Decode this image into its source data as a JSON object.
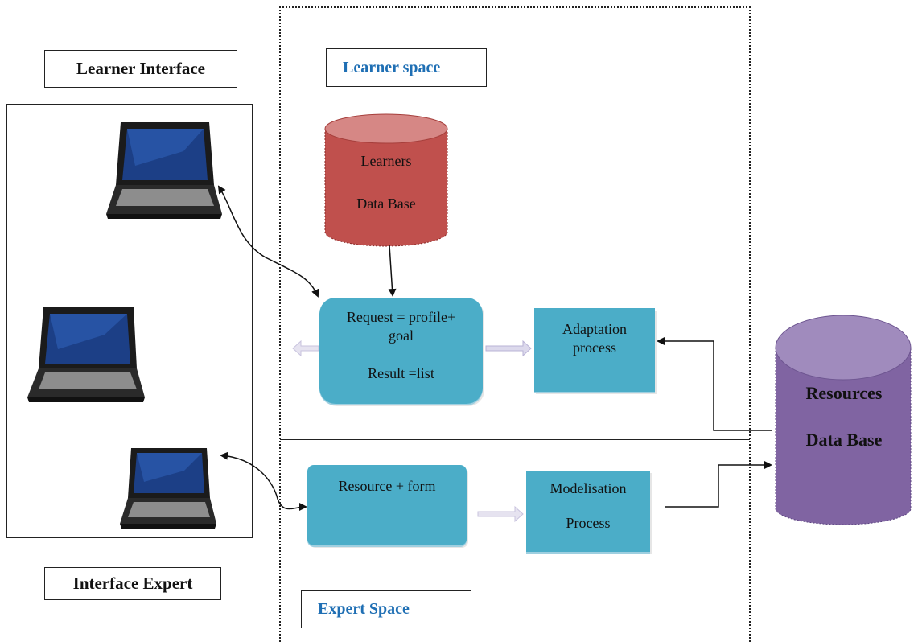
{
  "labels": {
    "learner_interface": "Learner Interface",
    "interface_expert": "Interface Expert",
    "learner_space": "Learner space",
    "expert_space": "Expert Space"
  },
  "learners_db": {
    "line1": "Learners",
    "line2": "Data Base"
  },
  "resources_db": {
    "line1": "Resources",
    "line2": "Data Base"
  },
  "request_box": {
    "line1": "Request = profile+",
    "line2": "goal",
    "line3": "Result =list"
  },
  "adaptation_box": {
    "line1": "Adaptation",
    "line2": "process"
  },
  "resource_form_box": {
    "line1": "Resource + form"
  },
  "modelisation_box": {
    "line1": "Modelisation",
    "line2": "Process"
  },
  "colors": {
    "process_blue": "#4badc8",
    "learners_db_red": "#c0504d",
    "resources_db_purple": "#8064a2",
    "space_label_blue": "#1f6fb4"
  },
  "icons": [
    "laptop-icon",
    "laptop-icon",
    "laptop-icon"
  ]
}
